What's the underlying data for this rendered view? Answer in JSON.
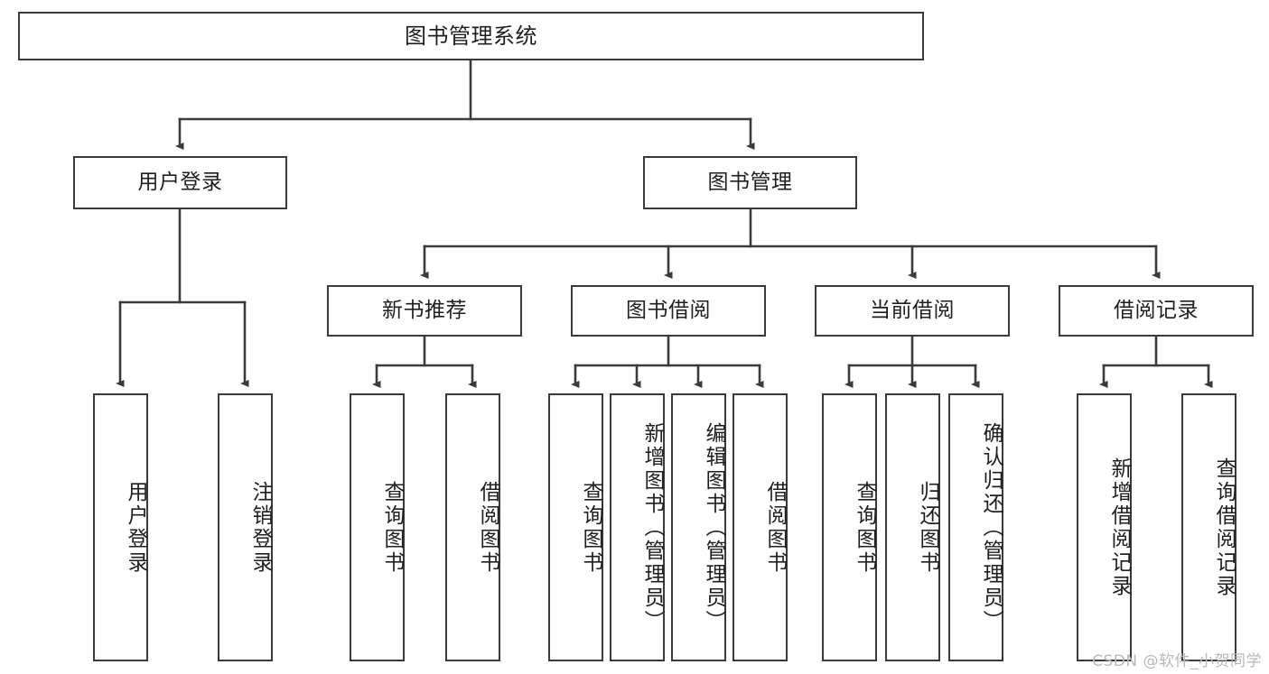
{
  "diagram": {
    "title": "图书管理系统",
    "type": "tree-hierarchy-diagram",
    "levels": {
      "root": {
        "label": "图书管理系统"
      },
      "level2": [
        {
          "label": "用户登录"
        },
        {
          "label": "图书管理"
        }
      ],
      "level3": [
        {
          "label": "新书推荐"
        },
        {
          "label": "图书借阅"
        },
        {
          "label": "当前借阅"
        },
        {
          "label": "借阅记录"
        }
      ],
      "leaves": {
        "user_login": [
          {
            "label": "用户登录"
          },
          {
            "label": "注销登录"
          }
        ],
        "new_book_recommend": [
          {
            "label": "查询图书"
          },
          {
            "label": "借阅图书"
          }
        ],
        "book_borrow": [
          {
            "label": "查询图书"
          },
          {
            "label": "新增图书（管理员）"
          },
          {
            "label": "编辑图书（管理员）"
          },
          {
            "label": "借阅图书"
          }
        ],
        "current_borrow": [
          {
            "label": "查询图书"
          },
          {
            "label": "归还图书"
          },
          {
            "label": "确认归还（管理员）"
          }
        ],
        "borrow_record": [
          {
            "label": "新增借阅记录"
          },
          {
            "label": "查询借阅记录"
          }
        ]
      }
    }
  },
  "watermark": {
    "text": "CSDN @软件_小贺同学"
  },
  "colors": {
    "box_border": "#3a3a3a",
    "line": "#3a3a3a",
    "background": "#ffffff",
    "text": "#1f1f1f",
    "watermark": "#b9b9b9"
  }
}
